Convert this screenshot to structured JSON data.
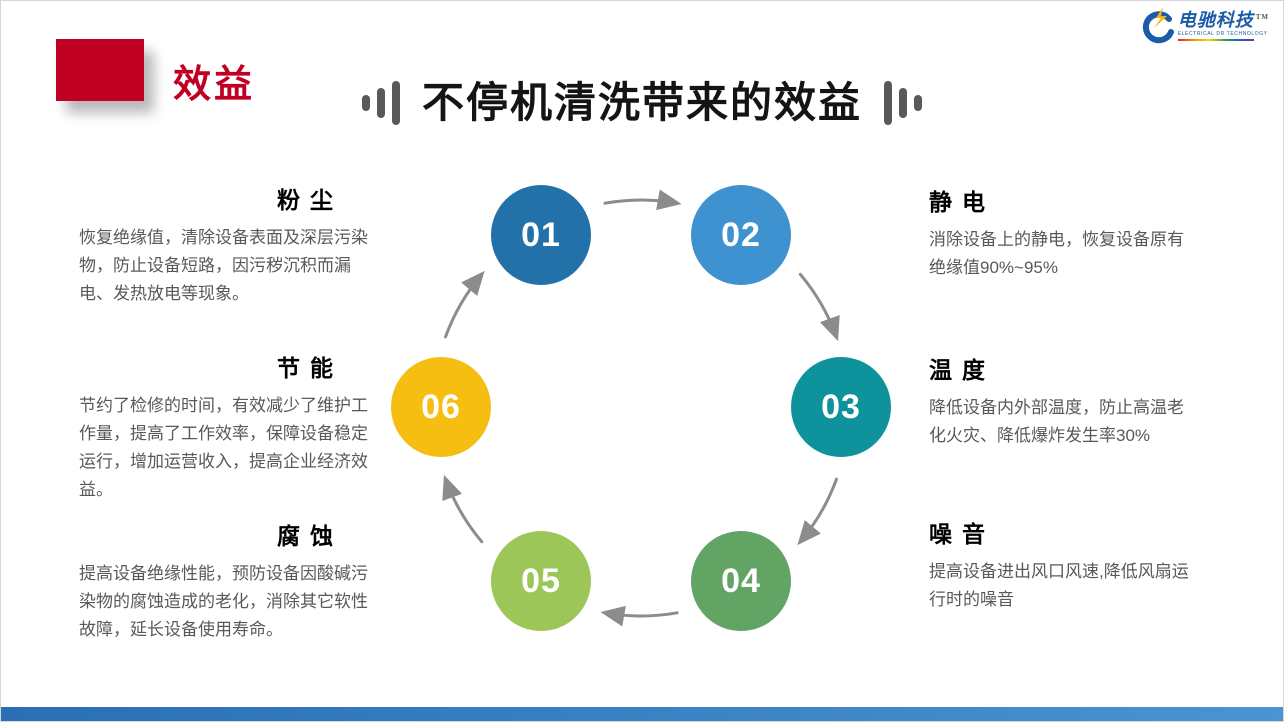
{
  "slide": {
    "tag_label": "效益",
    "title": "不停机清洗带来的效益"
  },
  "logo": {
    "name": "电驰科技",
    "tm": "TM",
    "subtitle": "ELECTRICAL DR TECHNOLOGY"
  },
  "colors": {
    "accent_red": "#c00023",
    "title_black": "#141414",
    "body_gray": "#595959",
    "arrow_gray": "#8c8c8c",
    "footer_blue_left": "#2a6fb5",
    "footer_blue_right": "#4b93d4"
  },
  "cycle": {
    "steps": [
      {
        "num": "01",
        "color": "#2271a8"
      },
      {
        "num": "02",
        "color": "#3e92d0"
      },
      {
        "num": "03",
        "color": "#0e939c"
      },
      {
        "num": "04",
        "color": "#61a463"
      },
      {
        "num": "05",
        "color": "#9dc658"
      },
      {
        "num": "06",
        "color": "#f6be10"
      }
    ]
  },
  "benefits": {
    "left": [
      {
        "heading": "粉尘",
        "body": "恢复绝缘值，清除设备表面及深层污染物，防止设备短路，因污秽沉积而漏电、发热放电等现象。"
      },
      {
        "heading": "节能",
        "body": "节约了检修的时间，有效减少了维护工作量，提高了工作效率，保障设备稳定运行，增加运营收入，提高企业经济效益。"
      },
      {
        "heading": "腐蚀",
        "body": "提高设备绝缘性能，预防设备因酸碱污染物的腐蚀造成的老化，消除其它软性故障，延长设备使用寿命。"
      }
    ],
    "right": [
      {
        "heading": "静电",
        "body": "消除设备上的静电，恢复设备原有绝缘值90%~95%"
      },
      {
        "heading": "温度",
        "body": "降低设备内外部温度，防止高温老化火灾、降低爆炸发生率30%"
      },
      {
        "heading": "噪音",
        "body": "提高设备进出风口风速,降低风扇运行时的噪音"
      }
    ]
  }
}
